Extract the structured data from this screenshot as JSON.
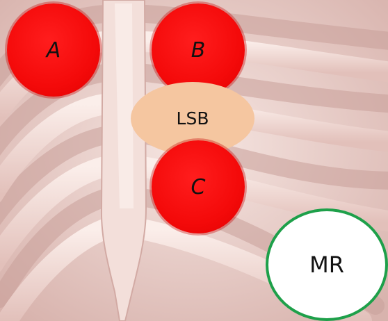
{
  "markers": {
    "a": "A",
    "b": "B",
    "c": "C",
    "lsb": "LSB",
    "mr": "MR"
  },
  "colors": {
    "marker_red": "#f40a0a",
    "lsb_fill": "#f5c6a0",
    "mr_ring": "#1ea04a",
    "mr_fill": "#ffffff"
  }
}
